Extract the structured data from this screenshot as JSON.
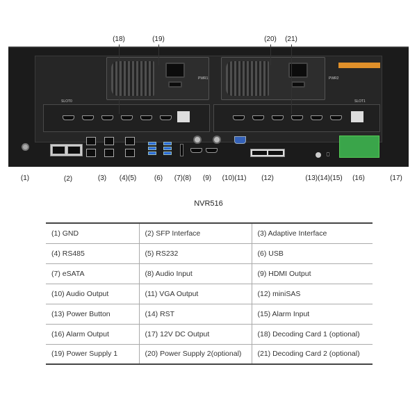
{
  "callouts_top": [
    "(18)",
    "(19)",
    "(20)",
    "(21)"
  ],
  "callouts_bottom": [
    "(1)",
    "(2)",
    "(3)",
    "(4)(5)",
    "(6)",
    "(7)(8)",
    "(9)",
    "(10)(11)",
    "(12)",
    "(13)(14)(15)",
    "(16)",
    "(17)"
  ],
  "panel_marks": {
    "slot0": "SLOT0",
    "slot1": "SLOT1",
    "pwr1": "PWR1",
    "pwr2": "PWR2"
  },
  "model": "NVR516",
  "table": {
    "rows": [
      [
        "(1) GND",
        "(2) SFP Interface",
        "(3) Adaptive Interface"
      ],
      [
        "(4) RS485",
        "(5) RS232",
        "(6) USB"
      ],
      [
        "(7) eSATA",
        "(8) Audio Input",
        "(9) HDMI Output"
      ],
      [
        "(10) Audio Output",
        "(11) VGA Output",
        "(12) miniSAS"
      ],
      [
        "(13) Power Button",
        "(14) RST",
        "(15) Alarm Input"
      ],
      [
        "(16) Alarm Output",
        "(17) 12V DC Output",
        "(18) Decoding Card 1 (optional)"
      ],
      [
        "(19) Power Supply 1",
        "(20) Power Supply 2(optional)",
        "(21) Decoding Card 2 (optional)"
      ]
    ]
  }
}
